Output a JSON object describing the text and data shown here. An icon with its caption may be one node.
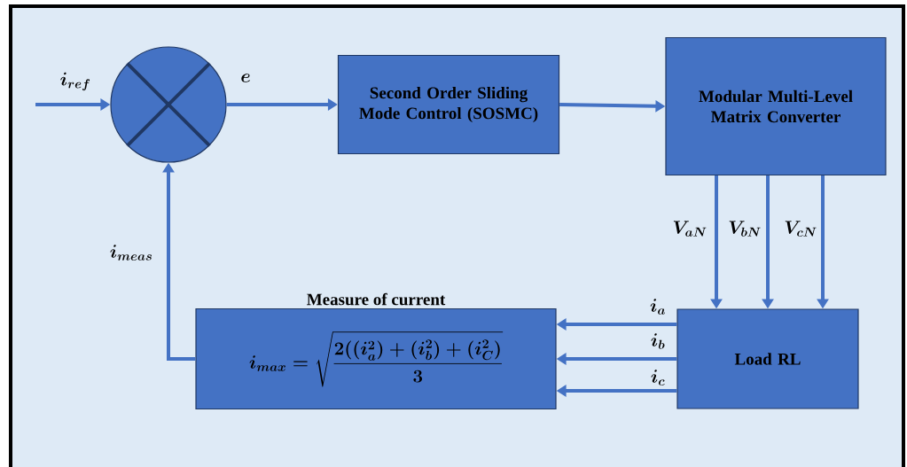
{
  "diagram": {
    "nodes": [
      {
        "text": [],
        "shape": "circle"
      },
      {
        "text": [
          "Second Order Sliding Mode Control (SOSMC)"
        ]
      },
      {
        "text": [
          "Modular Multi-Level Matrix Converter"
        ]
      },
      {
        "text": [
          "Load RL"
        ]
      },
      {
        "text": [
          "Measure of current",
          "i_{max} = \\sqrt{\\frac{2((i_a^2)+(i_b^2)+(i_C^2)}{3}}"
        ]
      }
    ],
    "edges": [
      {
        "from": null,
        "to": 0,
        "arrow": "to",
        "label": "i_{ref}"
      },
      {
        "from": 0,
        "to": 1,
        "arrow": "to",
        "label": "e"
      },
      {
        "from": 1,
        "to": 2,
        "arrow": "to"
      },
      {
        "from": 2,
        "to": 3,
        "arrow": "to",
        "label": "V_{aN}"
      },
      {
        "from": 2,
        "to": 3,
        "arrow": "to",
        "label": "V_{bN}"
      },
      {
        "from": 2,
        "to": 3,
        "arrow": "to",
        "label": "V_{cN}"
      },
      {
        "from": 3,
        "to": 4,
        "arrow": "to",
        "label": "i_a"
      },
      {
        "from": 3,
        "to": 4,
        "arrow": "to",
        "label": "i_b"
      },
      {
        "from": 3,
        "to": 4,
        "arrow": "to",
        "label": "i_c"
      },
      {
        "from": 4,
        "to": 0,
        "arrow": "to",
        "label": "i_{meas}"
      }
    ]
  }
}
